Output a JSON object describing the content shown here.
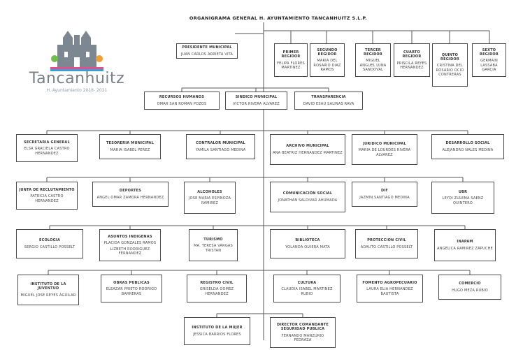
{
  "title": "ORGANIGRAMA GENERAL H. AYUNTAMIENTO TANCANHUITZ S.L.P.",
  "logo": {
    "name": "Tancanhuitz",
    "subtitle": "H. Ayuntamiento 2018- 2021",
    "icon": "church-building-icon",
    "accent_colors": [
      "#e84c8b",
      "#2fa3d6",
      "#f0a030",
      "#6fbf4a"
    ]
  },
  "nodes": {
    "presidente": {
      "title": "PRESIDENTE MUNICIPAL",
      "name": "JUAN CARLOS ARRIETA VITA"
    },
    "regidor1": {
      "title": "PRIMER REGIDOR",
      "name": "FELIPA FLORES MARTINEZ"
    },
    "regidor2": {
      "title": "SEGUNDO REGIDOR",
      "name": "MARIA DEL ROSARIO DIAZ RAMOS"
    },
    "regidor3": {
      "title": "TERCER REGIDOR",
      "name": "MIGUEL ANGUEL LUNA SANDOVAL"
    },
    "regidor4": {
      "title": "CUARTO REGIDOR",
      "name": "PRISCILA REYES HERNANDEZ"
    },
    "regidor5": {
      "title": "QUINTO REGIDOR",
      "name": "CRISTINA DEL ROSARIO OCIO CONTRERAS"
    },
    "regidor6": {
      "title": "SEXTO REGIDOR",
      "name": "GERMAIN LASSABA GARCIA"
    },
    "rh": {
      "title": "RECURSOS HUMANOS",
      "name": "OMAR SAN ROMAN POZOS"
    },
    "sindico": {
      "title": "SINDICO MUNICIPAL",
      "name": "VICTOR RIVERA ALVAREZ"
    },
    "transparencia": {
      "title": "TRANSPARENCIA",
      "name": "DAVID ESAU SALINAS RAVA"
    },
    "secretaria": {
      "title": "SECRETARIA GENERAL",
      "name": "ELSA GRACIELA CASTRO HERNANDEZ"
    },
    "tesoreria": {
      "title": "TESORERIA MUNICIPAL",
      "name": "MARIA ISABEL PEREZ"
    },
    "contralor": {
      "title": "CONTRALOR MUNICIPAL",
      "name": "YAMILA SANTIAGO MEDINA"
    },
    "archivo": {
      "title": "ARCHIVO MUNICIPAL",
      "name": "ANA BEATRIZ HERNANDEZ MARTINEZ"
    },
    "juridico": {
      "title": "JURIDICO MUNICIPAL",
      "name": "MARIA DE LOURDES RIVERA ALVAREZ"
    },
    "desarrollo": {
      "title": "DESARROLLO SOCIAL",
      "name": "ALEJANDRO NALES MEDINA"
    },
    "junta": {
      "title": "JUNTA DE RECLUTAMIENTO",
      "name": "PATRICIA CASTRO HERNANDEZ"
    },
    "deportes": {
      "title": "DEPORTES",
      "name": "ANGEL OMAR ZAMORA HERNANDEZ"
    },
    "alcoholes": {
      "title": "ALCOHOLES",
      "name": "JOSE MARIA ESPINOZA RAMIREZ"
    },
    "comunicacion": {
      "title": "COMUNICACIÓN SOCIAL",
      "name": "JONATHAN SALDIVAR AHUMADA"
    },
    "dif": {
      "title": "DIF",
      "name": "JAZMIN SANTIAGO MEDINA"
    },
    "ubr": {
      "title": "UBR",
      "name": "LEYDI ZULEMA SAENZ QUINTERO"
    },
    "ecologia": {
      "title": "ECOLOGIA",
      "name": "SERGIO CASTILLO POSSELT"
    },
    "indigenas": {
      "title": "ASUNTOS INDIGENAS",
      "name": "PLACIDA GONZALES RAMOS",
      "name2": "LIZBETH RODRIGUEZ FERNANDEZ"
    },
    "turismo": {
      "title": "TURISMO",
      "name": "MA. TERESA VARGAS TRISTAN"
    },
    "biblioteca": {
      "title": "BIBLIOTECA",
      "name": "YOLANDA OLVERA MATA"
    },
    "proteccion": {
      "title": "PROTECCION CIVIL",
      "name": "ADAUTO CASTILLO POSSELT"
    },
    "inapam": {
      "title": "INAPAM",
      "name": "ANGELICA RAMIREZ ZAPUCHE"
    },
    "juventud": {
      "title": "INSTITUTO DE LA JUVENTUD",
      "name": "MIGUEL JOSE REYES AGUILAR"
    },
    "obras": {
      "title": "OBRAS PUBLICAS",
      "name": "ELEAZAR PRIETO RODRIGO BARRERAS"
    },
    "registro": {
      "title": "REGISTRO CIVIL",
      "name": "GRISELDA GOMEZ HERNANDEZ"
    },
    "cultura": {
      "title": "CULTURA",
      "name": "CLAUDIA ISABEL MARTINEZ RUBIO"
    },
    "fomento": {
      "title": "FOMENTO AGROPECUARIO",
      "name": "LAURA ELIA HERNANDEZ BAUTISTA"
    },
    "comercio": {
      "title": "COMERCIO",
      "name": "HUGO MEZA RUBIO"
    },
    "mujer": {
      "title": "INSTITUTO DE LA MUJER",
      "name": "JESSICA BARRIOS FLORES"
    },
    "seguridad": {
      "title": "DIRECTOR COMANDANTE SEGURIDAD PUBLICA",
      "name": "FERNANDO MANZURIO PEDRAZA"
    }
  }
}
